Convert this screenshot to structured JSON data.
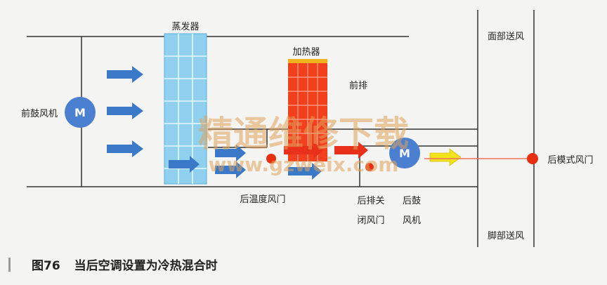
{
  "labels": {
    "evaporator": "蒸发器",
    "heater": "加热器",
    "front_vent": "前排",
    "front_blower": "前鼓风机",
    "rear_temp_door": "后温度风门",
    "rear_close_door_l1": "后排关",
    "rear_close_door_l2": "闭风门",
    "rear_blower_l1": "后鼓",
    "rear_blower_l2": "风机",
    "face_outlet": "面部送风",
    "rear_mode_door": "后模式风门",
    "foot_outlet": "脚部送风",
    "motor_symbol": "M"
  },
  "caption": {
    "number": "图76",
    "text": "当后空调设置为冷热混合时"
  },
  "watermark": {
    "cn": "精通维修下载",
    "url": "www.gzweix.com"
  },
  "colors": {
    "duct_line": "#333333",
    "evaporator": "#8fd0ee",
    "heater": "#f2401e",
    "heater_top": "#f2b21e",
    "blue_arrow": "#3a78c8",
    "red_arrow": "#e8301a",
    "yellow_arrow": "#f2e21a",
    "motor": "#4b7fd0",
    "door_dot": "#e83010",
    "mode_line": "#f07060"
  }
}
